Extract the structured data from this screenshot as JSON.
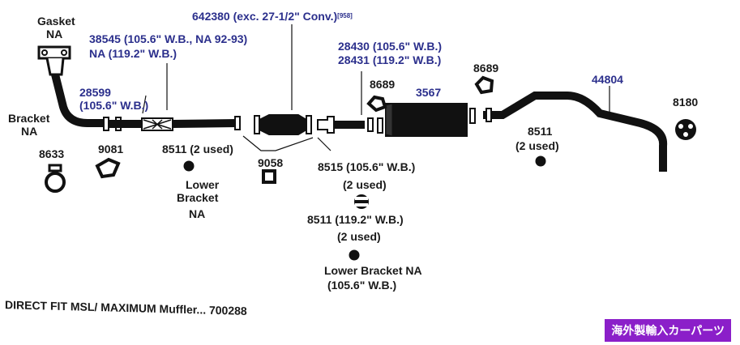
{
  "labels": {
    "gasket": "Gasket",
    "gasket_na": "NA",
    "pipe_38545_l1": "38545 (105.6\" W.B., NA 92-93)",
    "pipe_38545_l2": "NA (119.2\" W.B.)",
    "conv_642380": "642380 (exc. 27-1/2\" Conv.)",
    "conv_ref": "[958]",
    "pipe_28430": "28430 (105.6\" W.B.)",
    "pipe_28431": "28431 (119.2\" W.B.)",
    "pipe_28599_l1": "28599",
    "pipe_28599_l2": "(105.6\" W.B.)",
    "gasket_8689_a": "8689",
    "muffler_3567": "3567",
    "gasket_8689_b": "8689",
    "tailpipe_44804": "44804",
    "hanger_8180": "8180",
    "bracket": "Bracket",
    "bracket_na": "NA",
    "clamp_8633": "8633",
    "gasket_9081": "9081",
    "clamp_8511_a": "8511 (2 used)",
    "lower_bracket": "Lower",
    "lower_bracket_2": "Bracket",
    "lower_bracket_na": "NA",
    "gasket_9058": "9058",
    "clamp_8515": "8515 (105.6\" W.B.)",
    "clamp_8515_used": "(2 used)",
    "clamp_8511_b": "8511 (119.2\" W.B.)",
    "clamp_8511_b_used": "(2 used)",
    "lower_bracket_b_l1": "Lower Bracket NA",
    "lower_bracket_b_l2": "(105.6\" W.B.)",
    "clamp_8511_c": "8511",
    "clamp_8511_c_used": "(2 used)"
  },
  "footer": "DIRECT FIT MSL/ MAXIMUM Muffler... 700288",
  "badge": "海外製輸入カーパーツ",
  "colors": {
    "part_number": "#2b2f8c",
    "badge_bg": "#8b1fc9",
    "ink": "#111111"
  }
}
